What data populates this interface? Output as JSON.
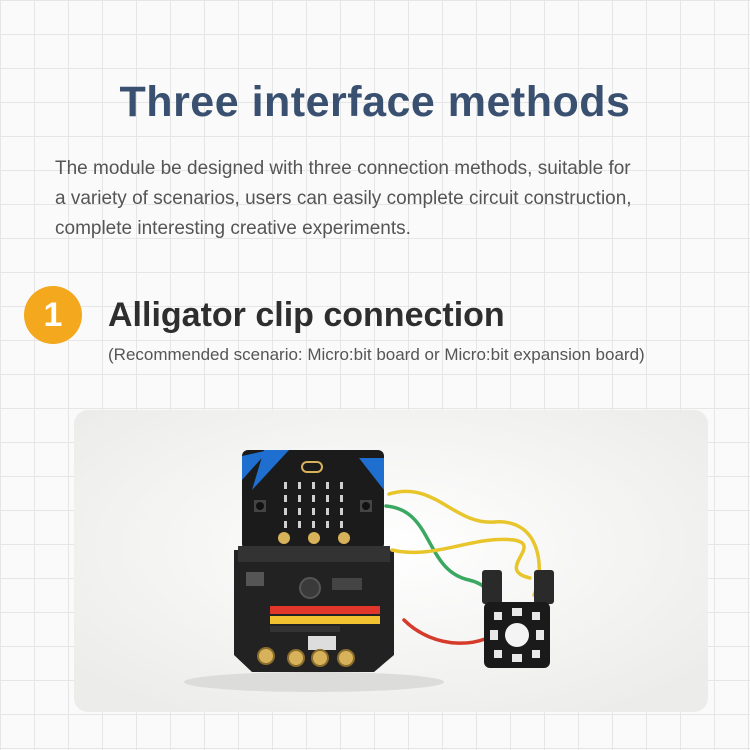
{
  "header": {
    "title": "Three interface methods",
    "intro_lines": [
      "The module be designed with three connection methods, suitable for",
      "a variety of scenarios, users can easily complete circuit construction,",
      "complete interesting creative experiments."
    ]
  },
  "section": {
    "number": "1",
    "title": "Alligator clip connection",
    "subtitle": "(Recommended scenario: Micro:bit board or Micro:bit expansion board)"
  },
  "photo": {
    "board_color": "#1b1b1b",
    "accent_color": "#1f6fd1",
    "badge_color": "#f4a81d",
    "wire_colors": [
      "#e8c52a",
      "#3aa860",
      "#d63a2a"
    ],
    "led_color": "#e8e8e8"
  }
}
